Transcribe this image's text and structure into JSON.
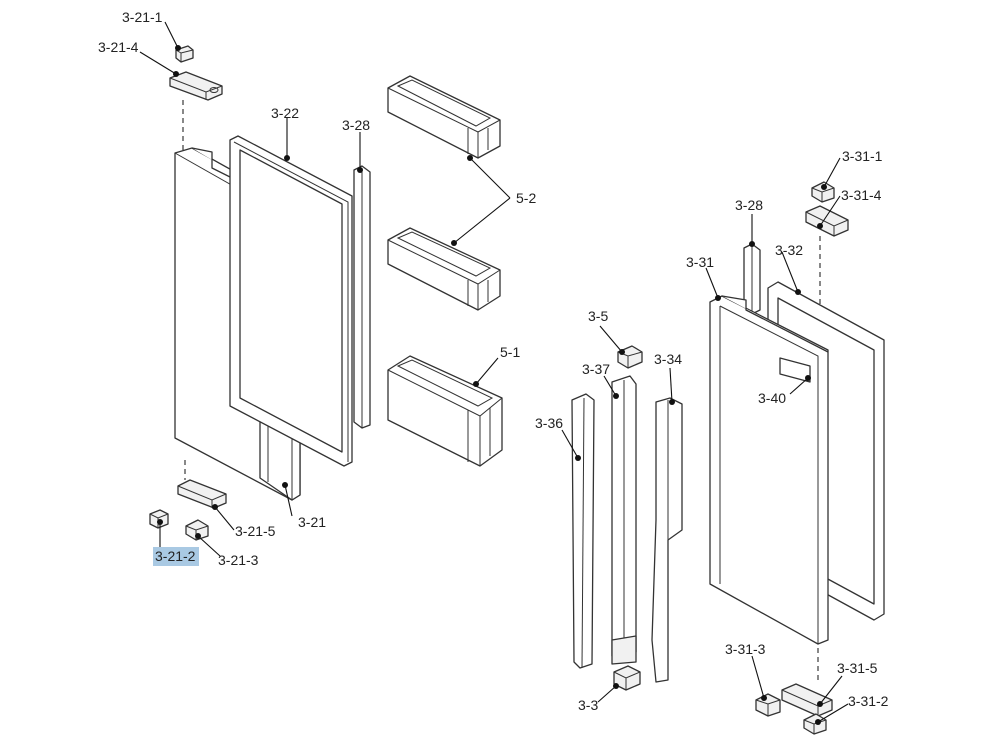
{
  "diagram": {
    "labels": {
      "l_3_21_1": "3-21-1",
      "l_3_21_4": "3-21-4",
      "l_3_22": "3-22",
      "l_3_28_a": "3-28",
      "l_5_2": "5-2",
      "l_5_1": "5-1",
      "l_3_21": "3-21",
      "l_3_21_5": "3-21-5",
      "l_3_21_2": "3-21-2",
      "l_3_21_3": "3-21-3",
      "l_3_31_1": "3-31-1",
      "l_3_31_4": "3-31-4",
      "l_3_28_b": "3-28",
      "l_3_32": "3-32",
      "l_3_31": "3-31",
      "l_3_5": "3-5",
      "l_3_37": "3-37",
      "l_3_34": "3-34",
      "l_3_36": "3-36",
      "l_3_40": "3-40",
      "l_3_3": "3-3",
      "l_3_31_3": "3-31-3",
      "l_3_31_5": "3-31-5",
      "l_3_31_2": "3-31-2"
    },
    "highlighted_label": "3-21-2",
    "highlight_color": "#a9c9e3"
  }
}
